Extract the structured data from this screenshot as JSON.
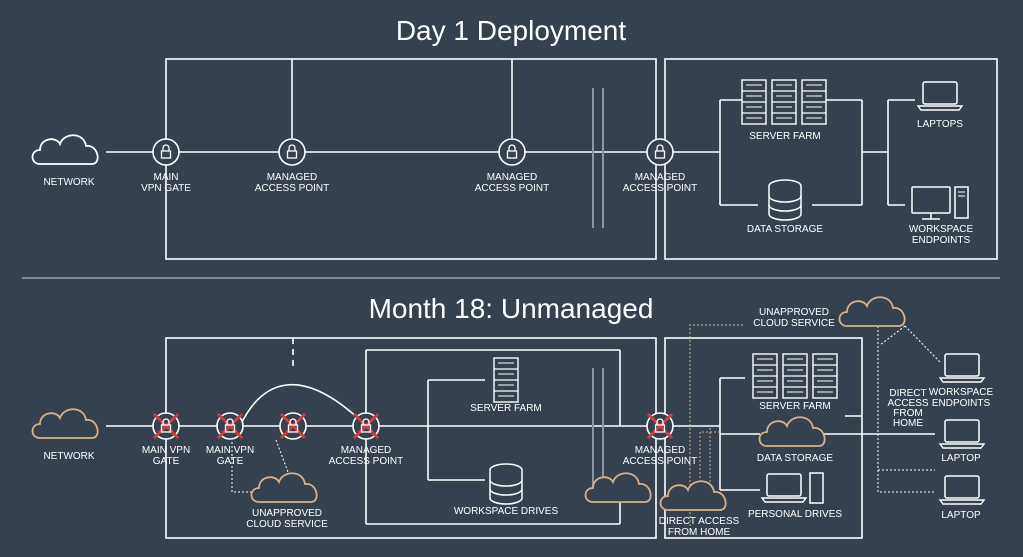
{
  "day1": {
    "title": "Day 1 Deployment",
    "network": "NETWORK",
    "main_vpn_gate": [
      "MAIN",
      "VPN GATE"
    ],
    "managed_ap_1": [
      "MANAGED",
      "ACCESS POINT"
    ],
    "managed_ap_2": [
      "MANAGED",
      "ACCESS POINT"
    ],
    "managed_ap_3": [
      "MANAGED",
      "ACCESS POINT"
    ],
    "server_farm": "SERVER FARM",
    "data_storage": "DATA STORAGE",
    "laptops": "LAPTOPS",
    "workspace_endpoints": [
      "WORKSPACE",
      "ENDPOINTS"
    ]
  },
  "month18": {
    "title": "Month 18: Unmanaged",
    "network": "NETWORK",
    "main_vpn_gate_1": [
      "MAIN VPN",
      "GATE"
    ],
    "main_vpn_gate_2": [
      "MAIN VPN",
      "GATE"
    ],
    "managed_ap_1": [
      "MANAGED",
      "ACCESS POINT"
    ],
    "managed_ap_2": [
      "MANAGED",
      "ACCESS POINT"
    ],
    "unapproved_cloud_1": [
      "UNAPPROVED",
      "CLOUD SERVICE"
    ],
    "unapproved_cloud_2": [
      "UNAPPROVED",
      "CLOUD SERVICE"
    ],
    "server_farm_1": "SERVER FARM",
    "workspace_drives": "WORKSPACE DRIVES",
    "server_farm_2": "SERVER FARM",
    "data_storage": "DATA STORAGE",
    "personal_drives": "PERSONAL DRIVES",
    "direct_access_1": [
      "DIRECT ACCESS",
      "FROM HOME"
    ],
    "direct_access_2": [
      "DIRECT",
      "ACCESS",
      "FROM",
      "HOME"
    ],
    "workspace_endpoints": [
      "WORKSPACE",
      "ENDPOINTS"
    ],
    "laptop_1": "LAPTOP",
    "laptop_2": "LAPTOP"
  }
}
